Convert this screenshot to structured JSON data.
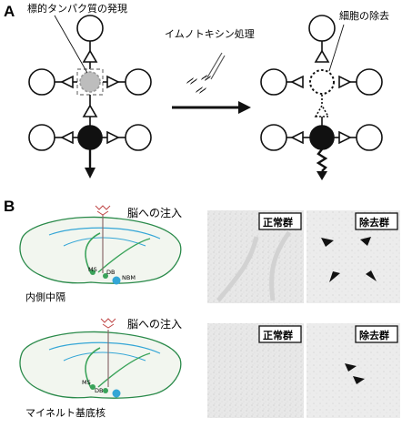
{
  "panel_a": {
    "letter": "A",
    "target_protein_label": "標的タンパク質の発現",
    "toxin_label": "イムノトキシン処理",
    "removal_label": "細胞の除去"
  },
  "panel_b": {
    "letter": "B",
    "injection_label_top": "脳への注入",
    "injection_label_bottom": "脳への注入",
    "region_label_top": "内側中隔",
    "region_label_bottom": "マイネルト基底核",
    "brain_labels": {
      "ms": "MS",
      "db": "DB",
      "nbm": "NBM"
    },
    "micrographs": [
      {
        "label": "正常群"
      },
      {
        "label": "除去群"
      },
      {
        "label": "正常群"
      },
      {
        "label": "除去群"
      }
    ]
  },
  "colors": {
    "neuron_fill": "#ffffff",
    "target_neuron": "#bbbbbb",
    "black_neuron": "#111111",
    "projection_green": "#3aa35a",
    "projection_cyan": "#34a6d6",
    "brain_outline": "#2a8a4a"
  }
}
